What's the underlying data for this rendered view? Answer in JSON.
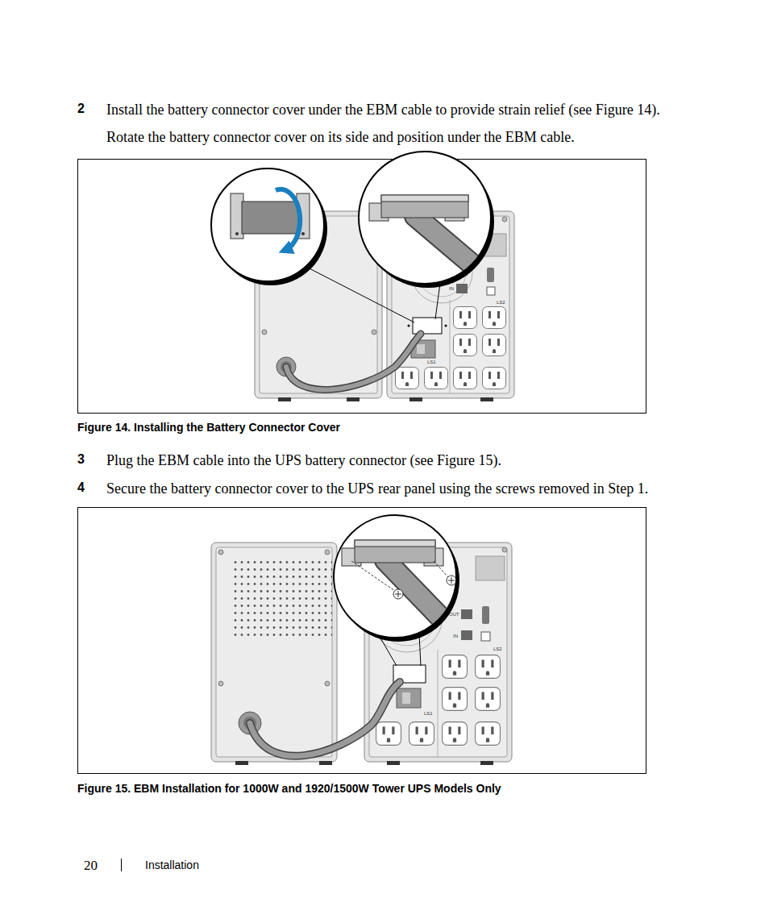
{
  "diagram": {
    "labels": [
      "2",
      "Install the battery connector cover under the EBM cable to provide strain relief (see Figure 14).",
      "Rotate the battery connector cover on its side and position under the EBM cable.",
      "IN",
      "LS2",
      "LS1",
      "Figure 14. Installing the Battery Connector Cover",
      "3",
      "Plug the EBM cable into the UPS battery connector (see Figure 15).",
      "4",
      "Secure the battery connector cover to the UPS rear panel using the screws removed in Step 1.",
      "OUT",
      "IN",
      "LS2",
      "LS1",
      "Figure 15. EBM Installation for 1000W and 1920/1500W Tower UPS Models Only",
      "20",
      "Installation"
    ]
  }
}
